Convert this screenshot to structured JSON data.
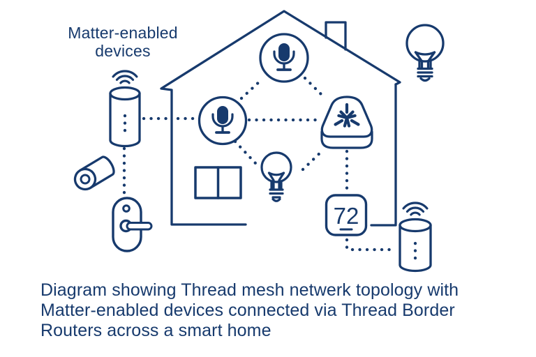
{
  "colors": {
    "ink": "#173a6d",
    "background": "#ffffff"
  },
  "diagram": {
    "label": {
      "line1": "Matter-enabled",
      "line2": "devices"
    },
    "thermostat_value": "72",
    "icons": [
      "wifi-waves-icon",
      "smart-speaker-cylinder-icon",
      "microphone-voice-assistant-icon",
      "matter-logo-icon",
      "light-bulb-icon",
      "thermostat-icon",
      "smart-lock-icon",
      "smart-sensor-roll-icon",
      "window-icon",
      "house-outline-icon"
    ]
  },
  "caption": {
    "line1": "Diagram showing Thread mesh netwerk topology with",
    "line2": "Matter-enabled devices connected via Thread Border",
    "line3": "Routers across a smart home"
  }
}
